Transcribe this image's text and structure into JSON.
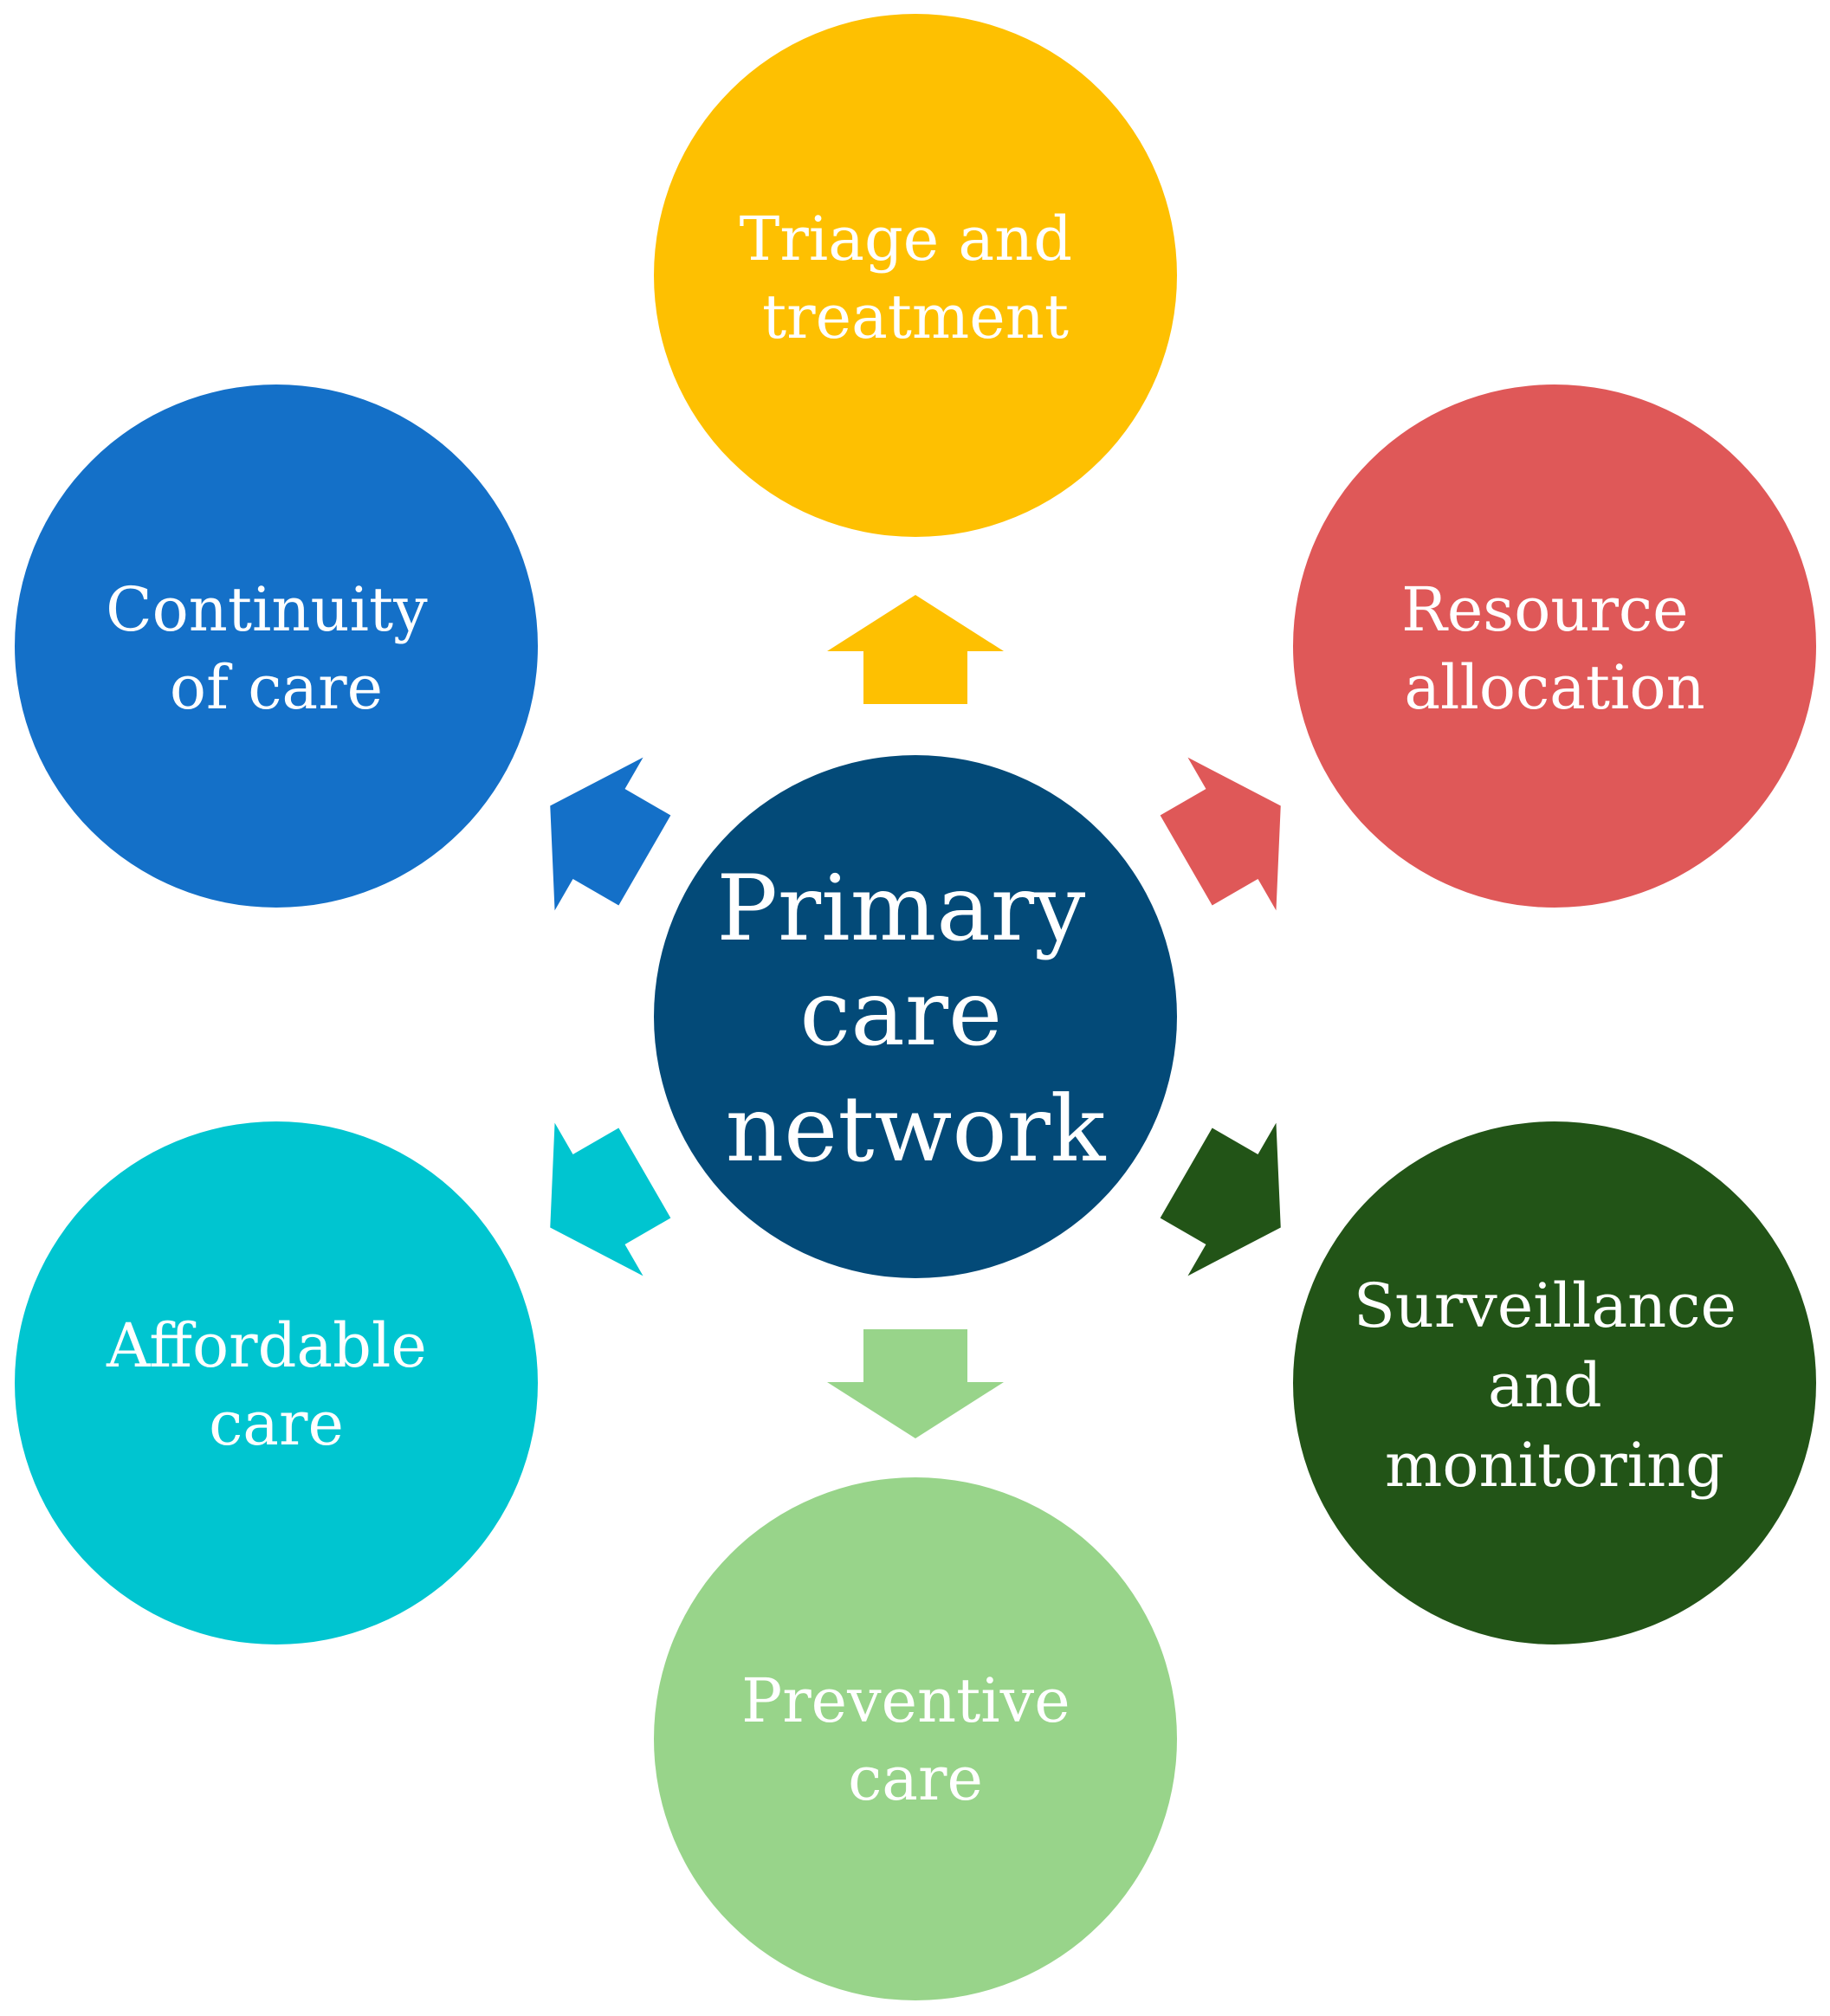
{
  "center": {
    "label_lines": [
      "Primary",
      "care",
      "network"
    ],
    "color": "#034a78"
  },
  "nodes": [
    {
      "id": "triage",
      "label_lines": [
        "Triage and",
        "treatment"
      ],
      "color": "#fec001"
    },
    {
      "id": "resource",
      "label_lines": [
        "Resource",
        "allocation"
      ],
      "color": "#df5858"
    },
    {
      "id": "surveillance",
      "label_lines": [
        "Surveillance",
        "and",
        "monitoring"
      ],
      "color": "#225417"
    },
    {
      "id": "preventive",
      "label_lines": [
        "Preventive",
        "care"
      ],
      "color": "#98d48a"
    },
    {
      "id": "affordable",
      "label_lines": [
        "Affordable",
        "care"
      ],
      "color": "#00c5d0"
    },
    {
      "id": "continuity",
      "label_lines": [
        "Continuity",
        "of care"
      ],
      "color": "#1470c8"
    }
  ]
}
